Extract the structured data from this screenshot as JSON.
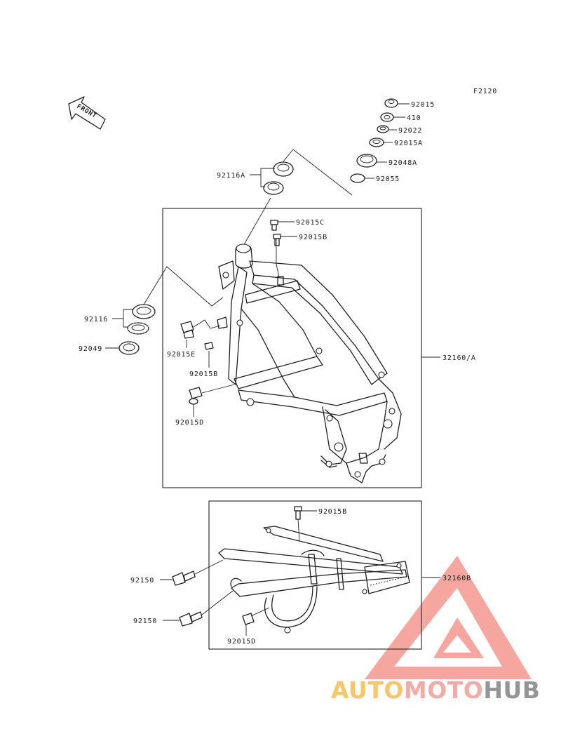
{
  "figure_code": "F2120",
  "front_label": "FRONT",
  "watermark": {
    "auto": "AUTO",
    "moto": "MOTO",
    "hub": "HUB",
    "colors": {
      "auto": "#f6c15a",
      "moto": "#f2a39c",
      "hub": "#8a8a8a",
      "triangle": "#f28b82"
    }
  },
  "parts": {
    "p92015": "92015",
    "p410": "410",
    "p92022": "92022",
    "p92015A": "92015A",
    "p92048A": "92048A",
    "p92055": "92055",
    "p92116A": "92116A",
    "p92015C": "92015C",
    "p92015B_top": "92015B",
    "p92116": "92116",
    "p92049": "92049",
    "p92015E": "92015E",
    "p92015B_mid": "92015B",
    "p92015D_main": "92015D",
    "p32160A": "32160/A",
    "p92015B_sub": "92015B",
    "p92150_a": "92150",
    "p92150_b": "92150",
    "p32160B": "32160B",
    "p92015D_sub": "92015D"
  }
}
